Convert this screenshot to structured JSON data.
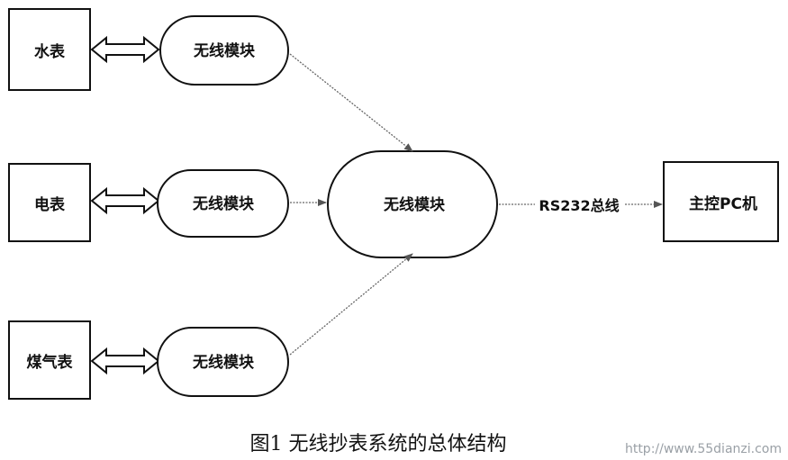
{
  "meters": {
    "water": "水表",
    "electric": "电表",
    "gas": "煤气表"
  },
  "modules": {
    "top": "无线模块",
    "middle": "无线模块",
    "bottom": "无线模块",
    "central": "无线模块"
  },
  "host": {
    "label": "主控PC机"
  },
  "bus": {
    "label": "RS232总线"
  },
  "caption": "图1  无线抄表系统的总体结构",
  "watermark": "http://www.55dianzi.com"
}
